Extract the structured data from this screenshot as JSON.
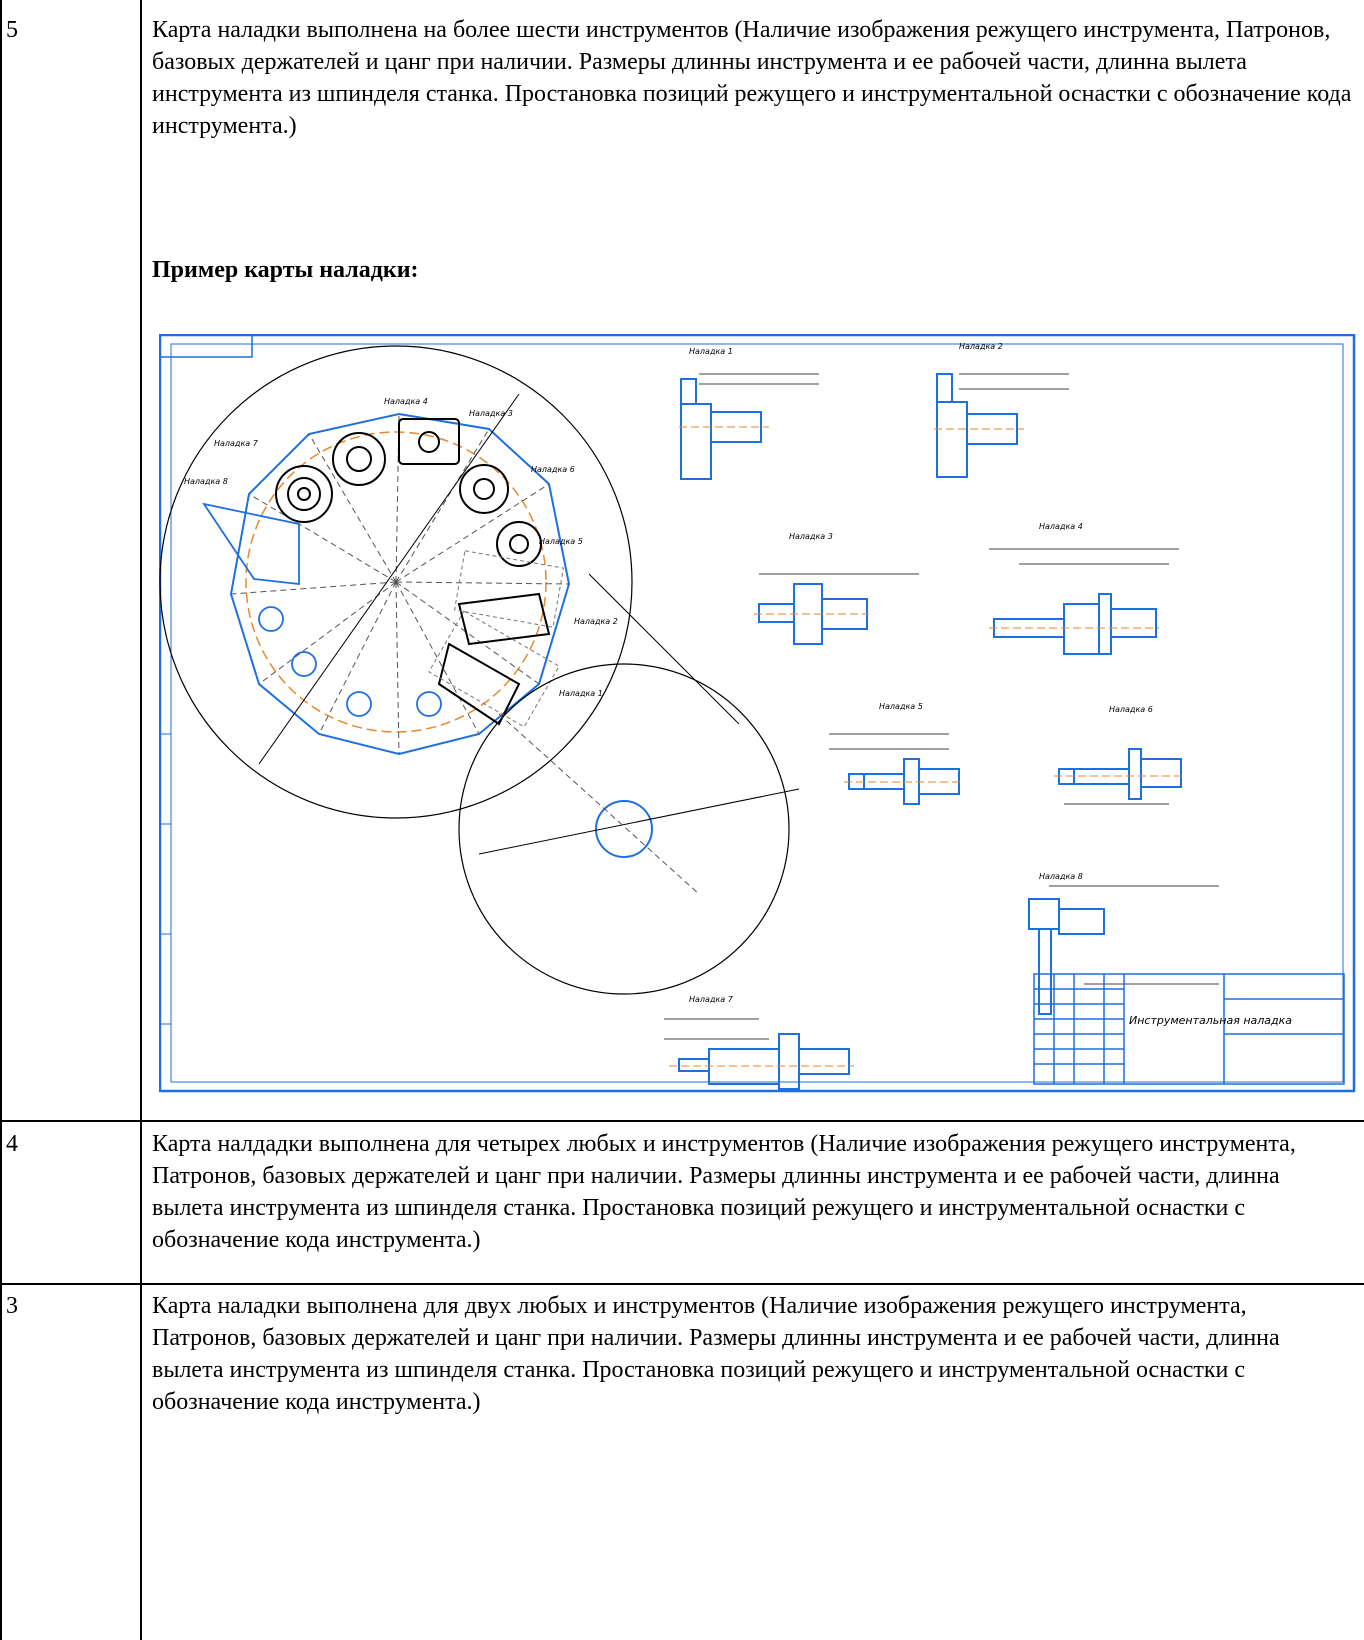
{
  "rows": [
    {
      "score": "5",
      "text": "Карта наладки выполнена на более шести инструментов (Наличие изображения режущего инструмента, Патронов, базовых держателей и цанг при наличии. Размеры длинны инструмента и ее рабочей части, длинна вылета инструмента из шпинделя станка. Простановка позиций режущего и инструментальной оснастки с обозначение кода инструмента.)",
      "example_label": "Пример карты наладки:"
    },
    {
      "score": "4",
      "text": "Карта налдадки выполнена для четырех любых и инструментов (Наличие изображения режущего инструмента, Патронов, базовых держателей и цанг при наличии. Размеры длинны инструмента и ее рабочей части, длинна вылета инструмента из шпинделя станка. Простановка позиций режущего и инструментальной оснастки с обозначение кода инструмента.)"
    },
    {
      "score": "3",
      "text": "Карта наладки выполнена для двух любых и инструментов (Наличие изображения режущего инструмента, Патронов, базовых держателей и цанг при наличии. Размеры длинны инструмента и ее рабочей части, длинна вылета инструмента из шпинделя станка. Простановка позиций режущего и инструментальной оснастки с обозначение кода инструмента.)"
    }
  ],
  "drawing": {
    "title_block": "Инструментальная наладка",
    "labels": [
      "Наладка 1",
      "Наладка 2",
      "Наладка 3",
      "Наладка 4",
      "Наладка 5",
      "Наладка 6",
      "Наладка 7",
      "Наладка 8"
    ],
    "colors": {
      "outline": "#1e6fe0",
      "axis": "#e8872b",
      "line": "#000000"
    }
  }
}
